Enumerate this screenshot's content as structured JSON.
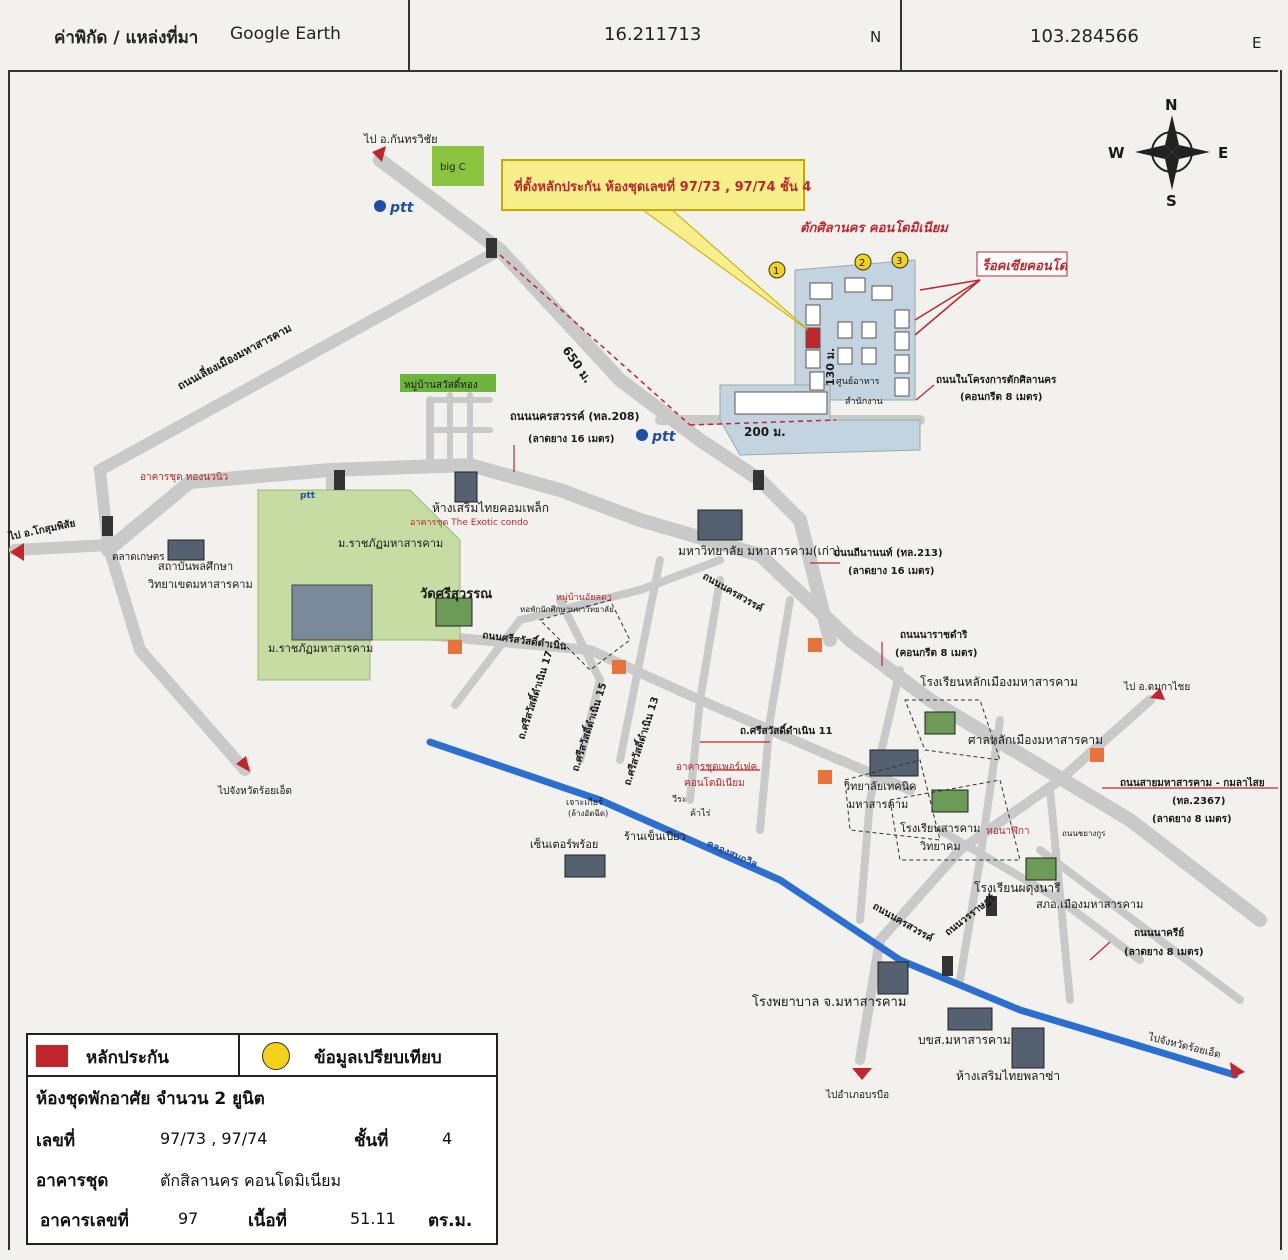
{
  "header": {
    "coord_label": "ค่าพิกัด / แหล่งที่มา",
    "source": "Google Earth",
    "lat": "16.211713",
    "lat_dir": "N",
    "lon": "103.284566",
    "lon_dir": "E"
  },
  "compass": {
    "n": "N",
    "s": "S",
    "e": "E",
    "w": "W"
  },
  "callout": "ที่ตั้งหลักประกัน ห้องชุดเลขที่ 97/73 , 97/74 ชั้น 4",
  "project_title": "ตักศิลานคร คอนโดมิเนียม",
  "rock_condo": "ร็อคเซียคอนโด",
  "markers": [
    "1",
    "2",
    "3"
  ],
  "labels": {
    "to_kantharawichai": "ไป อ.กันทรวิชัย",
    "big_c": "big C",
    "ptt1": "ptt",
    "ptt2": "ptt",
    "ptt3": "ptt",
    "dist_650": "650 ม.",
    "dist_200": "200 ม.",
    "dist_130": "130 ม.",
    "road_ring": "ถนนเลี่ยงเมืองมหาสารคาม",
    "village1": "หมู่บ้านสวัสดิ์ทอง",
    "road_208_a": "ถนนนครสวรรค์ (ทล.208)",
    "road_208_b": "(ลาดยาง 16 เมตร)",
    "road_in_a": "ถนนในโครงการตักศิลานคร",
    "road_in_b": "(คอนกรีต 8 เมตร)",
    "center": "ศูนย์อาหาร",
    "office": "สำนักงาน",
    "to_kosum": "ไป อ.โกสุมพิสัย",
    "condo_rongnawin": "อาคารชุด ทองนวนิว",
    "market": "ตลาดเกษตร",
    "poly": "สถาบันพลศึกษา",
    "poly2": "วิทยาเขตมหาสารคาม",
    "rajabhat1": "ม.ราชภัฏมหาสารคาม",
    "rajabhat2": "ม.ราชภัฏมหาสารคาม",
    "thaikomlek": "ห้างเสริมไทยคอมเพล็ก",
    "exotic": "อาคารชุด The Exotic condo",
    "wat": "วัดศรีสุวรรณ",
    "msu_old": "มหาวิทยาลัย มหาสารคาม(เก่า)",
    "road_213_a": "ถนนถีนานนท์ (ทล.213)",
    "road_213_b": "(ลาดยาง 16 เมตร)",
    "road_nakhon": "ถนนนครสวรรค์",
    "village2": "หมู่บ้านอัยลดา",
    "dorm": "หอพักนักศึกษามหาวิทยาลัย",
    "road_sriswat": "ถนนศรีสวัสดิ์ดำเนิน",
    "road_sriswat17": "ถ.ศรีสวัสดิ์ดำเนิน 17",
    "road_sriswat15": "ถ.ศรีสวัสดิ์ดำเนิน 15",
    "road_sriswat13": "ถ.ศรีสวัสดิ์ดำเนิน 13",
    "road_sriswat11": "ถ.ศรีสวัสดิ์ดำเนิน 11",
    "road_nararat_a": "ถนนนาราชดำริ",
    "road_nararat_b": "(คอนกรีต 8 เมตร)",
    "lakmueang_school": "โรงเรียนหลักเมืองมหาสารคาม",
    "to_chiang": "ไป อ.ดมกาไชย",
    "lakmueang": "ศาลหลักเมืองมหาสารคาม",
    "to_roiet1": "ไปจังหวัดร้อยเอ็ด",
    "condo_perfect1": "อาคารชุดเพอร์เฟค",
    "condo_perfect2": "คอนโดมิเนียม",
    "tech1": "วิทยาลัยเทคนิค",
    "tech2": "มหาสารคาม",
    "school_sarakham1": "โรงเรียนสารคาม",
    "school_sarakham2": "วิทยาคม",
    "road_sarakham_a": "ถนนสายมหาสารคาม - กมลาไสย",
    "road_sarakham_b": "(ทล.2367)",
    "road_sarakham_c": "(ลาดยาง 8 เมตร)",
    "kmutt": "เจาะเกียร์",
    "kmutt2": "(ล้างอัดฉีด)",
    "kenchiao": "ร้านเข็นเปียว",
    "center_prawiang": "เซ็นเตอร์พร้อย",
    "wiro": "วีระ",
    "kamrai": "ค้าไร่",
    "khlong": "คลองสมถวิล",
    "road_nakhon2": "ถนนนครสวรรค์",
    "chaopraya": "ถนนชยางกูร",
    "school_phadung1": "โรงเรียนผดุงนารี",
    "police": "สภอ.เมืองมหาสารคาม",
    "road_worarat": "ถนนวรราษฎร์",
    "hospital": "โรงพยาบาล จ.มหาสารคาม",
    "road_nakri_a": "ถนนนาครีย์",
    "road_nakri_b": "(ลาดยาง 8 เมตร)",
    "bus": "บขส.มหาสารคาม",
    "serm_thai_plaza": "ห้างเสริมไทยพลาซ่า",
    "to_roiet2": "ไปจังหวัดร้อยเอ็ด",
    "to_kaeng": "ไปอำเภอบรบือ",
    "kailasa": "หอนาฬิกา"
  },
  "legend": {
    "collateral_label": "หลักประกัน",
    "compare_label": "ข้อมูลเปรียบเทียบ",
    "title": "ห้องชุดพักอาศัย จำนวน 2 ยูนิต",
    "no_label": "เลขที่",
    "no_value": "97/73 , 97/74",
    "floor_label": "ชั้นที่",
    "floor_value": "4",
    "building_label": "อาคารชุด",
    "building_value": "ตักสิลานคร คอนโดมิเนียม",
    "bno_label": "อาคารเลขที่",
    "bno_value": "97",
    "area_label": "เนื้อที่",
    "area_value": "51.11",
    "area_unit": "ตร.ม.",
    "colors": {
      "collateral": "#c0262c",
      "compare": "#f2d21a"
    }
  },
  "colors": {
    "road": "#c9c9c9",
    "canal": "#2b6fd1",
    "campus": "#c6dca3",
    "red": "#c0262c",
    "callout": "#f7ef8a"
  }
}
